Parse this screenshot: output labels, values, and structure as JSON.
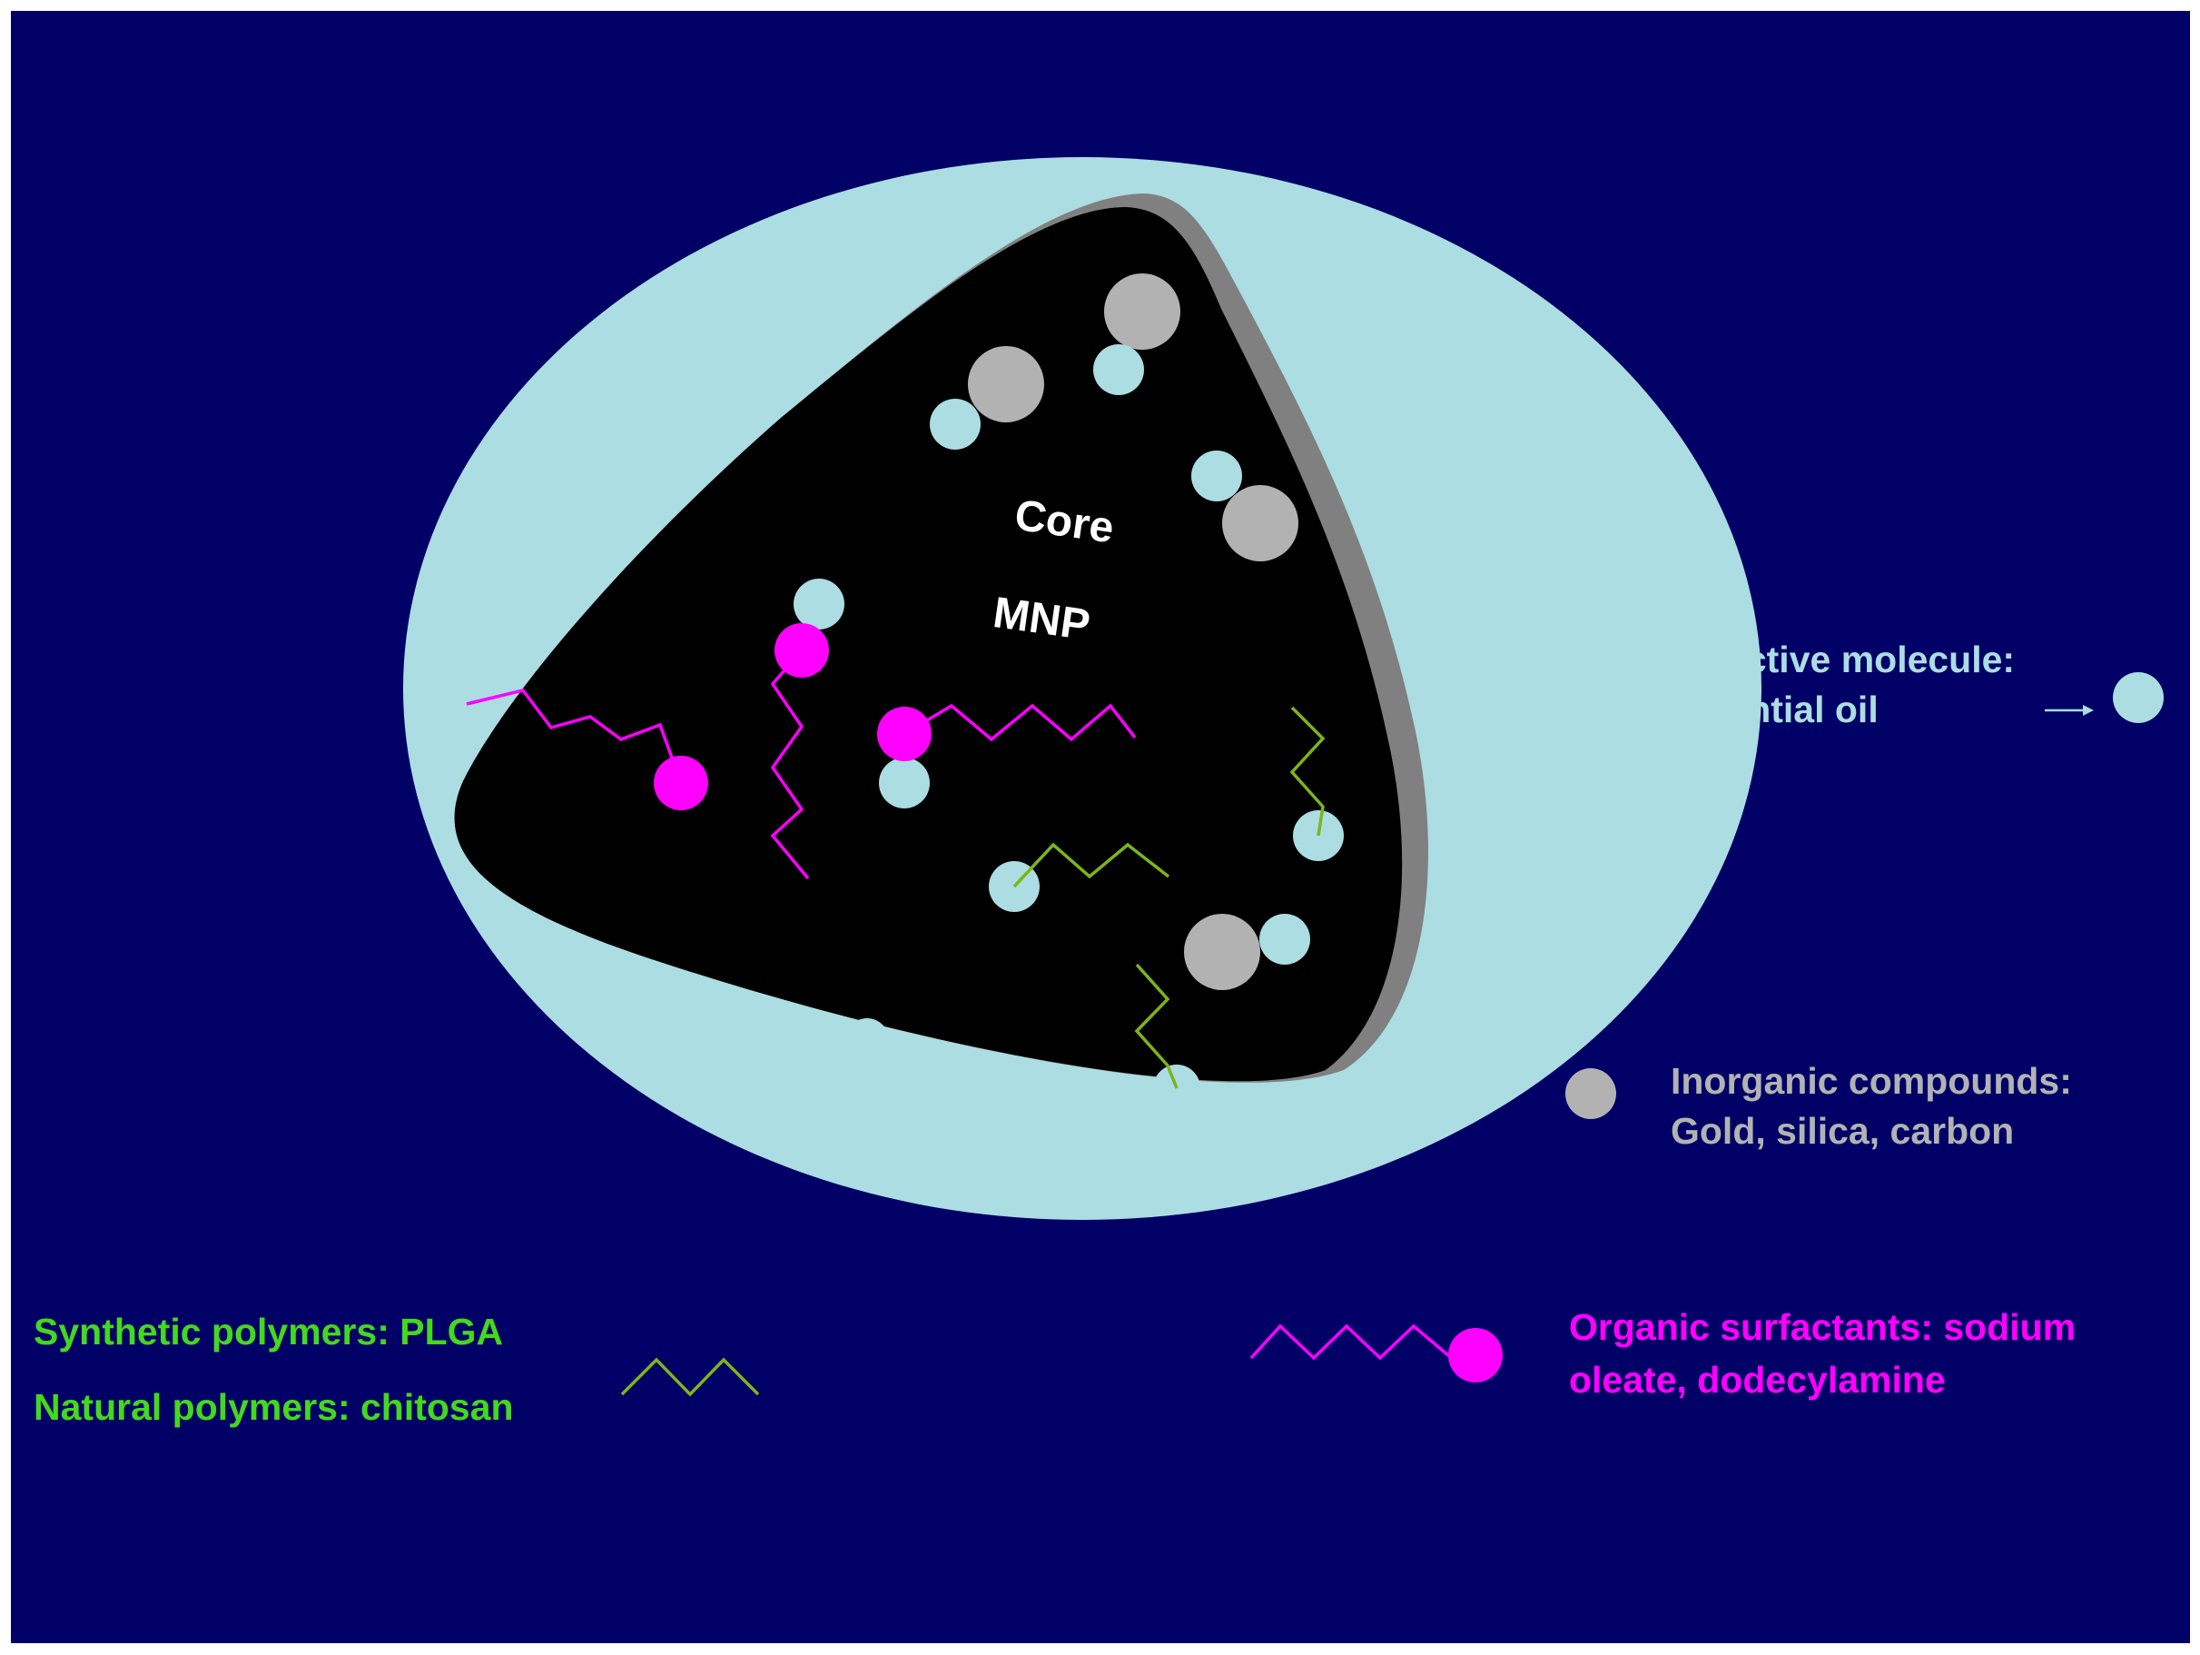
{
  "core": {
    "line1": "Core",
    "line2": "MNP"
  },
  "legend": {
    "bioactive": {
      "line1": "Bioactive molecule:",
      "line2": "essential oil"
    },
    "inorganic": {
      "line1": "Inorganic compounds:",
      "line2": "Gold, silica, carbon"
    },
    "polymers": {
      "synthetic": "Synthetic polymers: PLGA",
      "natural": "Natural polymers: chitosan"
    },
    "surfactants": {
      "line1": "Organic surfactants: sodium",
      "line2": "oleate, dodecylamine"
    }
  },
  "colors": {
    "background": "#000066",
    "shell": "#ABDDE2",
    "core": "#000000",
    "core_rim": "#808080",
    "inorganic": "#B2B2B2",
    "surfactant": "#FF00FF",
    "polymer": "#7CB51A",
    "polymer_text": "#44D81E",
    "bioactive_text": "#ABDDE2",
    "inorganic_text": "#B2B2B2",
    "core_text": "#FFFFFF"
  }
}
